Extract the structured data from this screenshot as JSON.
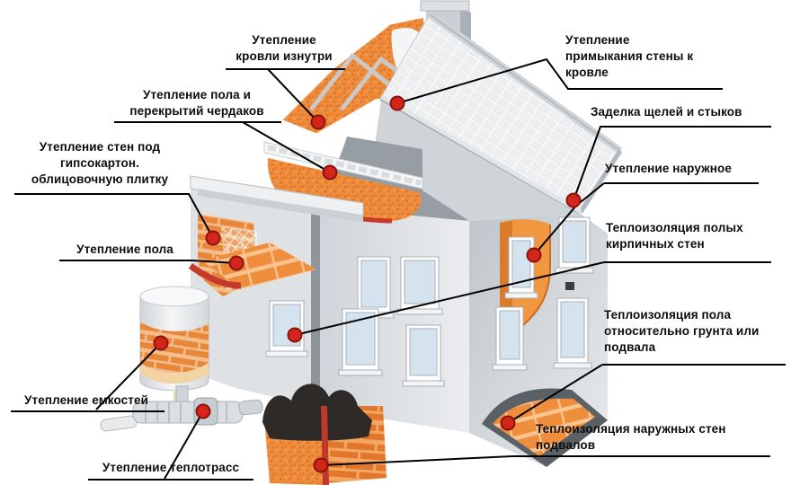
{
  "figure": {
    "description": "Схема утепления дома (house insulation diagram)",
    "background": "#ffffff"
  },
  "colors": {
    "label_text": "#0d0d0d",
    "leader_line": "#000000",
    "marker_fill": "#d3261b",
    "marker_ring": "#8c130c",
    "insulation_orange": "#ee8c3c",
    "brick_orange": "#e8873a",
    "roof_tile": "#eceef0",
    "wall_gray": "#d7dbde",
    "dark_waterproofing": "#2e2a28",
    "red_edge": "#c4392b"
  },
  "labels": [
    {
      "id": "roof-inside",
      "text": "Утепление\nкровли изнутри",
      "side": "left"
    },
    {
      "id": "attic-floor",
      "text": "Утепление пола и\nперекрытий чердаков",
      "side": "left"
    },
    {
      "id": "walls-drywall",
      "text": "Утепление стен под\nгипсокартон.\nоблицовочную плитку",
      "side": "left"
    },
    {
      "id": "floor",
      "text": "Утепление пола",
      "side": "left"
    },
    {
      "id": "tanks",
      "text": "Утепление емкостей",
      "side": "left"
    },
    {
      "id": "heating-mains",
      "text": "Утепление теплотрасс",
      "side": "left"
    },
    {
      "id": "wall-roof-junction",
      "text": "Утепление\nпримыкания стены к\nкровле",
      "side": "right"
    },
    {
      "id": "cracks-joints",
      "text": "Заделка щелей и стыков",
      "side": "right"
    },
    {
      "id": "external",
      "text": "Утепление наружное",
      "side": "right"
    },
    {
      "id": "hollow-brick-walls",
      "text": "Теплоизоляция полых\nкирпичных стен",
      "side": "right"
    },
    {
      "id": "floor-ground-basement",
      "text": "Теплоизоляция пола\nотносительно грунта или\nподвала",
      "side": "right"
    },
    {
      "id": "basement-outer-walls",
      "text": "Теплоизоляция наружных стен\nподвалов",
      "side": "right"
    }
  ]
}
